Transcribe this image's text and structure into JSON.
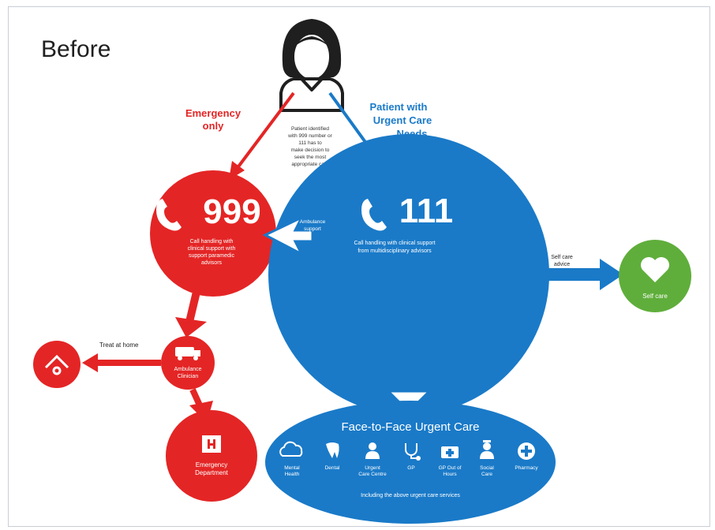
{
  "heading": "Before",
  "labels": {
    "emergency_line1": "Emergency",
    "emergency_line2": "only",
    "urgent_line1": "Patient with",
    "urgent_line2": "Urgent Care",
    "urgent_line3": "Needs",
    "patient_note": [
      "Patient identified",
      "with 999 number or",
      "111 has to",
      "make decision to",
      "seek the most",
      "appropriate care"
    ],
    "ambulance_support_line1": "Ambulance",
    "ambulance_support_line2": "support",
    "self_care_advice_line1": "Self care",
    "self_care_advice_line2": "advice",
    "treat_at_home": "Treat at home"
  },
  "nodes": {
    "n999": {
      "number": "999",
      "desc": [
        "Call handling with",
        "clinical support with",
        "support paramedic",
        "advisors"
      ]
    },
    "n111": {
      "number": "111",
      "desc": [
        "Call handling with clinical support",
        "from multidisciplinary advisors"
      ]
    },
    "self_care": {
      "label": "Self care"
    },
    "ambulance": {
      "line1": "Ambulance",
      "line2": "Clinician"
    },
    "emergency_dept": {
      "line1": "Emergency",
      "line2": "Department"
    },
    "face_to_face": {
      "title": "Face-to-Face Urgent Care",
      "services": [
        {
          "icon": "cloud-icon",
          "line1": "Mental",
          "line2": "Health"
        },
        {
          "icon": "tooth-icon",
          "line1": "Dental",
          "line2": ""
        },
        {
          "icon": "person-icon",
          "line1": "Urgent",
          "line2": "Care Centre"
        },
        {
          "icon": "stethoscope-icon",
          "line1": "GP",
          "line2": ""
        },
        {
          "icon": "medical-bag-icon",
          "line1": "GP Out of",
          "line2": "Hours"
        },
        {
          "icon": "nurse-icon",
          "line1": "Social",
          "line2": "Care"
        },
        {
          "icon": "plus-cross-icon",
          "line1": "Pharmacy",
          "line2": ""
        }
      ],
      "footer": "Including the above urgent care services"
    }
  },
  "colors": {
    "red": "#e42525",
    "blue": "#1a7ac8",
    "green": "#5fae3b",
    "dark": "#1f1f1f"
  }
}
